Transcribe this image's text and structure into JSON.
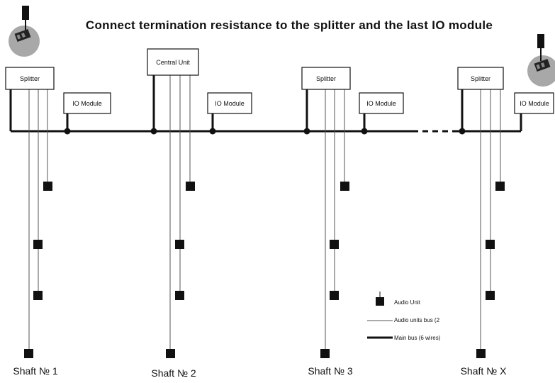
{
  "title": "Connect termination resistance to the splitter and the last IO module",
  "boxes": {
    "central_unit": "Central Unit",
    "splitter": "Splitter",
    "io_module": "IO Module"
  },
  "shafts": [
    "Shaft № 1",
    "Shaft № 2",
    "Shaft № 3",
    "Shaft № X"
  ],
  "legend": {
    "audio_unit": "Audio Unit",
    "audio_bus": "Audio units bus (2",
    "main_bus": "Main bus (6 wires)"
  },
  "icons": {
    "termination": "termination-resistor-icon"
  }
}
